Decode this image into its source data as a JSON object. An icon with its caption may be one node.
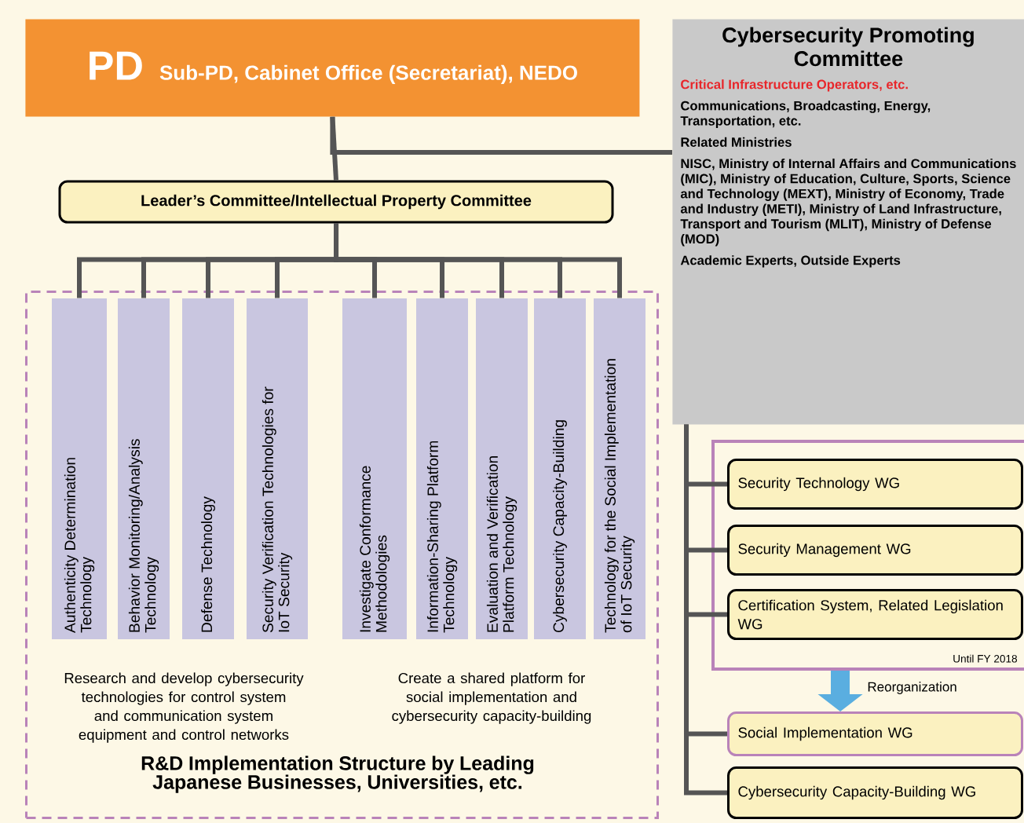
{
  "diagram": {
    "nodes": [
      {
        "text": [
          "PD",
          "Sub-PD, Cabinet Office (Secretariat), NEDO"
        ]
      },
      {
        "text": [
          "Cybersecurity Promoting Committee",
          "Critical Infrastructure Operators, etc.",
          "Communications, Broadcasting, Energy, Transportation, etc.",
          "Related Ministries",
          "NISC, Ministry of Internal Affairs and Communications (MIC), Ministry of Education, Culture, Sports, Science and Technology (MEXT), Ministry of Economy, Trade and Industry (METI), Ministry of Land Infrastructure, Transport and Tourism (MLIT), Ministry of Defense (MOD)",
          "Academic Experts, Outside Experts"
        ]
      },
      {
        "text": [
          "Leader’s Committee/Intellectual Property Committee"
        ]
      },
      {
        "text": [
          "Research and develop cybersecurity technologies for control system and communication system equipment and control networks",
          "Create a shared platform for social implementation and cybersecurity capacity-building",
          "R&D Implementation Structure by Leading Japanese Businesses, Universities, etc."
        ]
      },
      {
        "text": [
          "Authenticity Determination Technology"
        ],
        "in": 3
      },
      {
        "text": [
          "Behavior Monitoring/Analysis Technology"
        ],
        "in": 3
      },
      {
        "text": [
          "Defense Technology"
        ],
        "in": 3
      },
      {
        "text": [
          "Security Verification Technologies for IoT Security"
        ],
        "in": 3
      },
      {
        "text": [
          "Investigate Conformance Methodologies"
        ],
        "in": 3
      },
      {
        "text": [
          "Information-Sharing Platform Technology"
        ],
        "in": 3
      },
      {
        "text": [
          "Evaluation and Verification Platform Technology"
        ],
        "in": 3
      },
      {
        "text": [
          "Cybersecurity Capacity-Building"
        ],
        "in": 3
      },
      {
        "text": [
          "Technology for the Social Implementation of IoT Security"
        ],
        "in": 3
      },
      {
        "text": [
          "Until FY 2018"
        ]
      },
      {
        "text": [
          "Security Technology WG"
        ],
        "in": 13
      },
      {
        "text": [
          "Security Management WG"
        ],
        "in": 13
      },
      {
        "text": [
          "Certification System, Related Legislation WG"
        ],
        "in": 13
      },
      {
        "text": [
          "Social Implementation WG"
        ]
      },
      {
        "text": [
          "Cybersecurity Capacity-Building WG"
        ]
      }
    ],
    "edges": [
      {
        "from": 0,
        "to": 2,
        "arrow": "none"
      },
      {
        "from": 0,
        "to": 1,
        "arrow": "none"
      },
      {
        "from": 2,
        "to": 4,
        "arrow": "none"
      },
      {
        "from": 2,
        "to": 5,
        "arrow": "none"
      },
      {
        "from": 2,
        "to": 6,
        "arrow": "none"
      },
      {
        "from": 2,
        "to": 7,
        "arrow": "none"
      },
      {
        "from": 2,
        "to": 8,
        "arrow": "none"
      },
      {
        "from": 2,
        "to": 9,
        "arrow": "none"
      },
      {
        "from": 2,
        "to": 10,
        "arrow": "none"
      },
      {
        "from": 2,
        "to": 11,
        "arrow": "none"
      },
      {
        "from": 2,
        "to": 12,
        "arrow": "none"
      },
      {
        "from": 1,
        "to": 14,
        "arrow": "none"
      },
      {
        "from": 1,
        "to": 15,
        "arrow": "none"
      },
      {
        "from": 1,
        "to": 16,
        "arrow": "none"
      },
      {
        "from": 1,
        "to": 17,
        "arrow": "none"
      },
      {
        "from": 1,
        "to": 18,
        "arrow": "none"
      },
      {
        "from": 13,
        "to": 17,
        "arrow": "to",
        "label": "Reorganization",
        "style": "thick",
        "color": "#5aaee0"
      }
    ]
  }
}
